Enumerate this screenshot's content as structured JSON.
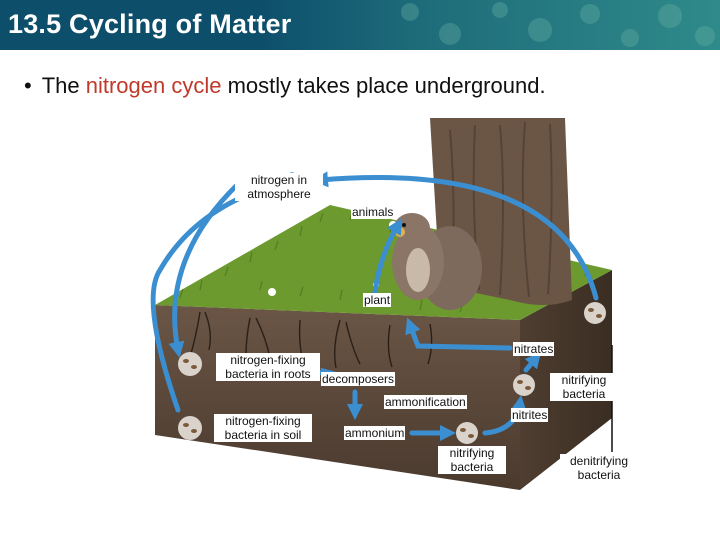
{
  "header": {
    "title": "13.5 Cycling of Matter",
    "background": "#0d4f6b"
  },
  "bullet": {
    "marker": "•",
    "prefix": "The ",
    "highlight": "nitrogen cycle",
    "suffix": " mostly takes place underground.",
    "highlight_color": "#c0392b"
  },
  "labels": {
    "nitrogen_atmosphere": "nitrogen in atmosphere",
    "animals": "animals",
    "plant": "plant",
    "nitrates": "nitrates",
    "nitrogen_fixing_roots": "nitrogen-fixing bacteria in roots",
    "decomposers": "decomposers",
    "nitrifying_bacteria_right": "nitrifying bacteria",
    "ammonification": "ammonification",
    "nitrites": "nitrites",
    "nitrogen_fixing_soil": "nitrogen-fixing bacteria in soil",
    "ammonium": "ammonium",
    "nitrifying_bacteria_bottom": "nitrifying bacteria",
    "denitrifying_bacteria": "denitrifying bacteria"
  },
  "colors": {
    "arrow": "#3b8fd1",
    "soil": "#5e4a3c",
    "grass": "#6c9a2e",
    "tree": "#6b5646"
  }
}
